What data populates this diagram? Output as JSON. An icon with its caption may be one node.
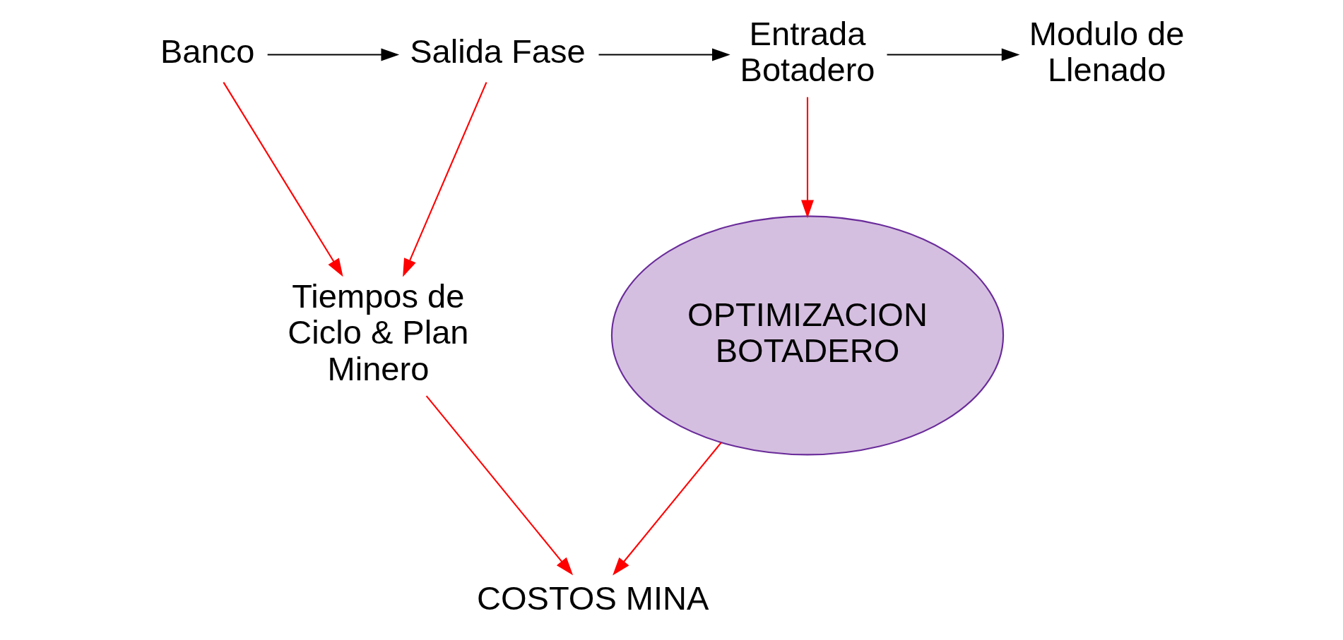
{
  "diagram": {
    "nodes": [
      {
        "text": [
          "Banco"
        ]
      },
      {
        "text": [
          "Salida Fase"
        ]
      },
      {
        "text": [
          "Entrada Botadero"
        ]
      },
      {
        "text": [
          "Modulo de Llenado"
        ]
      },
      {
        "text": [
          "Tiempos de Ciclo & Plan Minero"
        ]
      },
      {
        "text": [
          "OPTIMIZACION BOTADERO"
        ]
      },
      {
        "text": [
          "COSTOS MINA"
        ]
      }
    ],
    "edges": [
      {
        "from": 0,
        "to": 1,
        "arrow": "to",
        "color": "#000000"
      },
      {
        "from": 1,
        "to": 2,
        "arrow": "to",
        "color": "#000000"
      },
      {
        "from": 2,
        "to": 3,
        "arrow": "to",
        "color": "#000000"
      },
      {
        "from": 0,
        "to": 4,
        "arrow": "to"
      },
      {
        "from": 1,
        "to": 4,
        "arrow": "to"
      },
      {
        "from": 2,
        "to": 5,
        "arrow": "to"
      },
      {
        "from": 4,
        "to": 6,
        "arrow": "to"
      },
      {
        "from": 5,
        "to": 6,
        "arrow": "to"
      }
    ]
  }
}
